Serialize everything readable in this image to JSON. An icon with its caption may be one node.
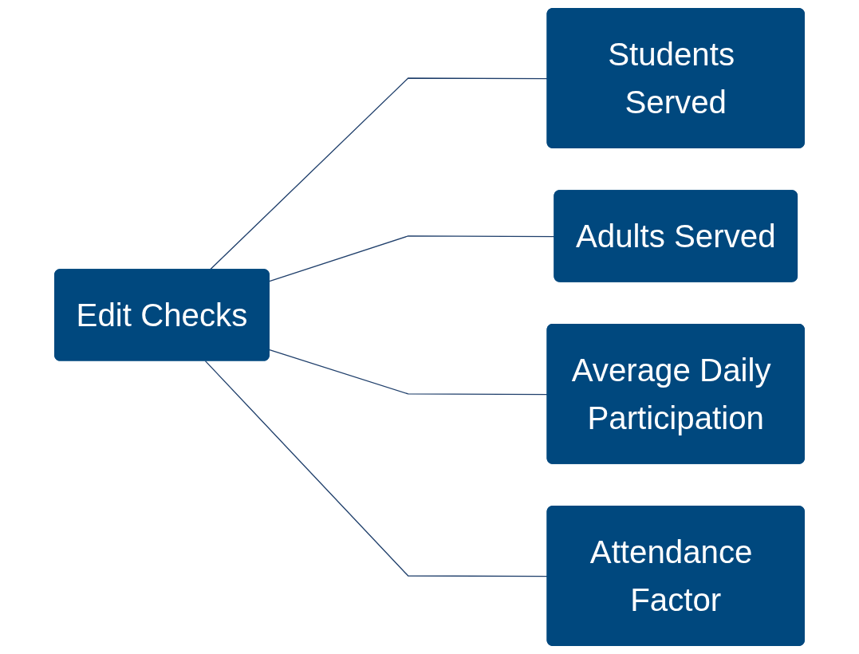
{
  "diagram": {
    "nodes": [
      {
        "text": [
          "Edit Checks"
        ]
      },
      {
        "text": [
          "Students Served"
        ]
      },
      {
        "text": [
          "Adults Served"
        ]
      },
      {
        "text": [
          "Average Daily Participation"
        ]
      },
      {
        "text": [
          "Attendance Factor"
        ]
      }
    ],
    "edges": [
      {
        "from": 0,
        "to": 1,
        "arrow": "none"
      },
      {
        "from": 0,
        "to": 2,
        "arrow": "none"
      },
      {
        "from": 0,
        "to": 3,
        "arrow": "none"
      },
      {
        "from": 0,
        "to": 4,
        "arrow": "none"
      }
    ]
  }
}
